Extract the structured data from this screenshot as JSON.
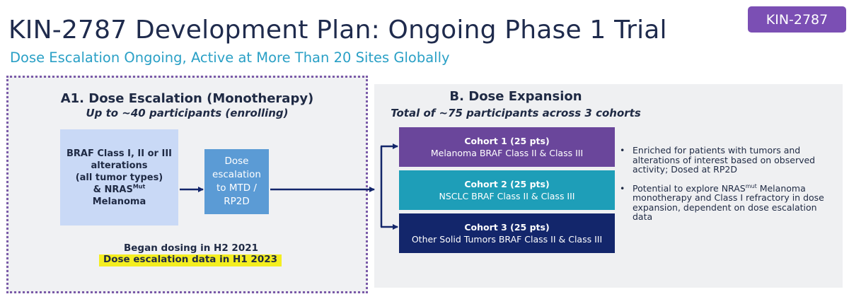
{
  "badge": "KIN-2787",
  "title": "KIN-2787 Development Plan: Ongoing Phase 1 Trial",
  "subtitle": "Dose Escalation Ongoing, Active at More Than 20 Sites Globally",
  "panel_a": {
    "title": "A1. Dose Escalation (Monotherapy)",
    "subtitle": "Up to ~40 participants (enrolling)",
    "braf_box": {
      "line1": "BRAF Class I, II or III",
      "line2": "alterations",
      "line3": "(all tumor types)",
      "line4_main": "& NRAS",
      "line4_sup": "Mut",
      "line5": "Melanoma"
    },
    "dose_box": {
      "line1": "Dose",
      "line2": "escalation",
      "line3": "to MTD /",
      "line4": "RP2D"
    },
    "began": "Began dosing in H2 2021",
    "highlight": "Dose escalation data in H1 2023"
  },
  "panel_b": {
    "title": "B. Dose Expansion",
    "subtitle": "Total of ~75 participants across 3 cohorts",
    "cohorts": [
      {
        "title": "Cohort 1 (25 pts)",
        "desc": "Melanoma BRAF Class II & Class III",
        "color": "#6a469b"
      },
      {
        "title": "Cohort 2 (25 pts)",
        "desc": "NSCLC BRAF Class II & Class III",
        "color": "#1e9eb8"
      },
      {
        "title": "Cohort 3 (25 pts)",
        "desc": "Other Solid Tumors BRAF Class II & Class III",
        "color": "#13266b"
      }
    ],
    "bullet1": "Enriched for patients with tumors and alterations of interest based on observed activity; Dosed at RP2D",
    "bullet2_pre": "Potential to explore NRAS",
    "bullet2_sup": "mut",
    "bullet2_post": " Melanoma monotherapy and Class I refractory in dose expansion, dependent on dose escalation data",
    "bullet_char": "•"
  },
  "colors": {
    "accent_purple": "#7b4fb4",
    "subtitle_blue": "#2aa0c6",
    "arrow_navy": "#13266b",
    "highlight_yellow": "#f4ee20"
  }
}
